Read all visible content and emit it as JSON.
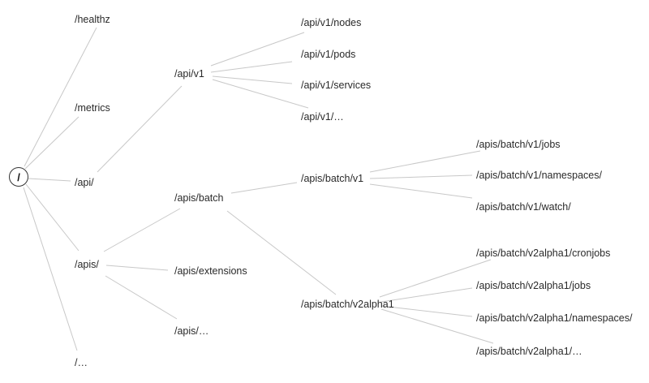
{
  "tree": {
    "root": "/",
    "level1": {
      "healthz": "/healthz",
      "metrics": "/metrics",
      "api": "/api/",
      "apis": "/apis/",
      "more": "/…"
    },
    "api_children": {
      "v1": "/api/v1"
    },
    "api_v1_children": {
      "nodes": "/api/v1/nodes",
      "pods": "/api/v1/pods",
      "services": "/api/v1/services",
      "more": "/api/v1/…"
    },
    "apis_children": {
      "batch": "/apis/batch",
      "extensions": "/apis/extensions",
      "more": "/apis/…"
    },
    "batch_children": {
      "v1": "/apis/batch/v1",
      "v2alpha1": "/apis/batch/v2alpha1"
    },
    "batch_v1_children": {
      "jobs": "/apis/batch/v1/jobs",
      "namespaces": "/apis/batch/v1/namespaces/",
      "watch": "/apis/batch/v1/watch/"
    },
    "batch_v2alpha1_children": {
      "cronjobs": "/apis/batch/v2alpha1/cronjobs",
      "jobs": "/apis/batch/v2alpha1/jobs",
      "namespaces": "/apis/batch/v2alpha1/namespaces/",
      "more": "/apis/batch/v2alpha1/…"
    }
  }
}
